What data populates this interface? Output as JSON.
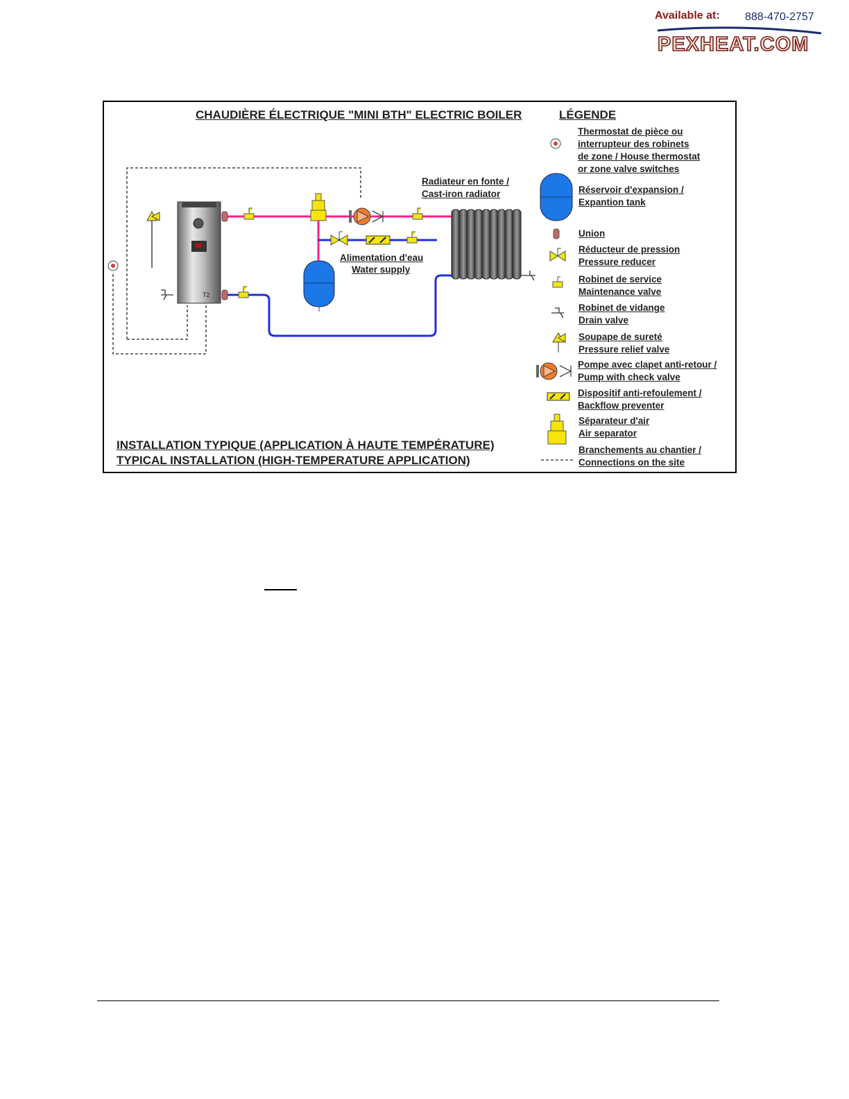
{
  "header": {
    "available_label": "Available at:",
    "phone": "888-470-2757",
    "logo_text": "PEXHEAT.COM"
  },
  "diagram": {
    "title": "CHAUDIÈRE ÉLECTRIQUE \"MINI BTH\" ELECTRIC BOILER",
    "radiator_label_line1": "Radiateur en fonte /",
    "radiator_label_line2": "Cast-iron radiator",
    "water_supply_line1": "Alimentation d'eau",
    "water_supply_line2": "Water supply",
    "installation_line1": "INSTALLATION TYPIQUE (APPLICATION À HAUTE TEMPÉRATURE)",
    "installation_line2": "TYPICAL INSTALLATION (HIGH-TEMPERATURE APPLICATION)",
    "colors": {
      "hot_pipe": "#ff1f8e",
      "cold_pipe": "#1f2fe0",
      "tank": "#1c78e6",
      "valve": "#f5e50a",
      "pump": "#f07a2a"
    }
  },
  "legend": {
    "title": "LÉGENDE",
    "items": [
      {
        "icon": "thermostat-icon",
        "lines": [
          "Thermostat de pièce ou",
          "interrupteur des robinets",
          "de zone / House thermostat",
          "or zone valve switches"
        ]
      },
      {
        "icon": "expansion-tank-icon",
        "lines": [
          "Réservoir d'expansion /",
          "Expantion tank"
        ]
      },
      {
        "icon": "union-icon",
        "lines": [
          "Union"
        ]
      },
      {
        "icon": "pressure-reducer-icon",
        "lines": [
          "Réducteur de pression",
          "Pressure reducer"
        ]
      },
      {
        "icon": "maintenance-valve-icon",
        "lines": [
          "Robinet de service",
          "Maintenance valve"
        ]
      },
      {
        "icon": "drain-valve-icon",
        "lines": [
          "Robinet de vidange",
          "Drain valve"
        ]
      },
      {
        "icon": "relief-valve-icon",
        "lines": [
          "Soupape de sureté",
          "Pressure relief valve"
        ]
      },
      {
        "icon": "pump-check-valve-icon",
        "lines": [
          "Pompe avec clapet anti-retour /",
          "Pump with check valve"
        ]
      },
      {
        "icon": "backflow-preventer-icon",
        "lines": [
          "Dispositif anti-refoulement /",
          "Backflow preventer"
        ]
      },
      {
        "icon": "air-separator-icon",
        "lines": [
          "Séparateur d'air",
          "Air separator"
        ]
      },
      {
        "icon": "site-connection-icon",
        "lines": [
          "Branchements au chantier /",
          "Connections on the site"
        ]
      }
    ]
  }
}
